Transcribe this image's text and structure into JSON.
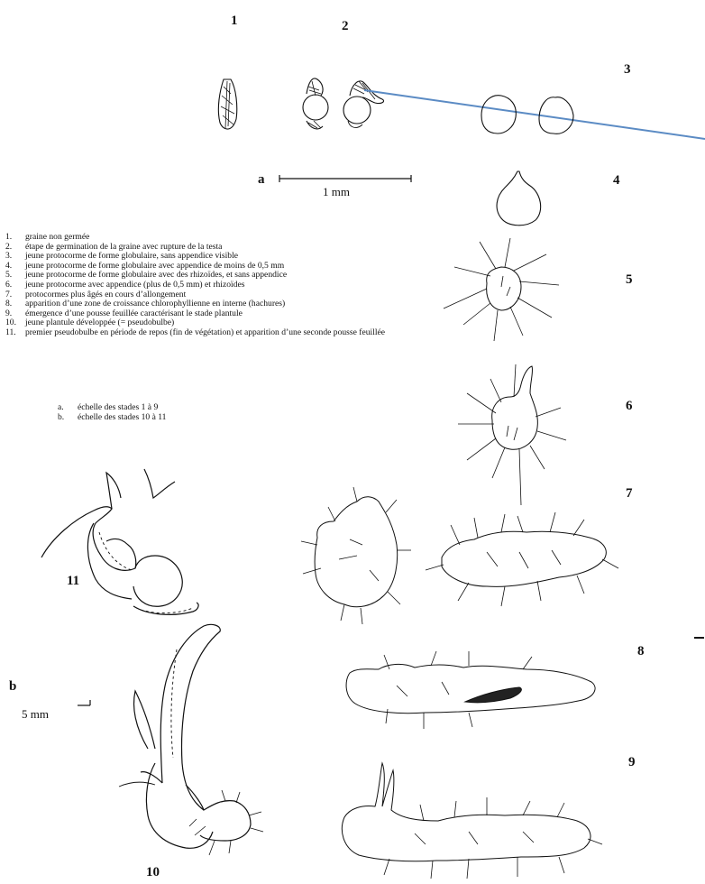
{
  "stage_numbers": [
    "1",
    "2",
    "3",
    "4",
    "5",
    "6",
    "7",
    "8",
    "9",
    "10",
    "11"
  ],
  "letters": {
    "a": "a",
    "b": "b"
  },
  "scale_a": "1 mm",
  "scale_b": "5 mm",
  "legend": [
    {
      "num": "1.",
      "text": "graine non germée"
    },
    {
      "num": "2.",
      "text": "étape de germination de la graine avec rupture de la testa"
    },
    {
      "num": "3.",
      "text": "jeune protocorme de forme globulaire, sans appendice visible"
    },
    {
      "num": "4.",
      "text": "jeune protocorme de forme globulaire avec appendice de moins de 0,5 mm"
    },
    {
      "num": "5.",
      "text": "jeune protocorme de forme globulaire avec des rhizoïdes, et sans appendice"
    },
    {
      "num": "6.",
      "text": "jeune protocorme avec appendice (plus de 0,5 mm) et  rhizoïdes"
    },
    {
      "num": "7.",
      "text": "protocormes plus âgés en cours d’allongement"
    },
    {
      "num": "8.",
      "text": "apparition d’une zone de croissance chlorophyllienne en interne (hachures)"
    },
    {
      "num": "9.",
      "text": "émergence d’une pousse feuillée caractérisant le stade plantule"
    },
    {
      "num": "10.",
      "text": "jeune plantule développée (= pseudobulbe)"
    },
    {
      "num": "11.",
      "text": "premier pseudobulbe en période de repos (fin de végétation) et apparition d’une seconde pousse feuillée"
    }
  ],
  "scales": [
    {
      "num": "a.",
      "text": "échelle des stades 1 à 9"
    },
    {
      "num": "b.",
      "text": "échelle des stades 10 à 11"
    }
  ],
  "colors": {
    "ink": "#111111",
    "pointer_line": "#5b8bc4"
  }
}
